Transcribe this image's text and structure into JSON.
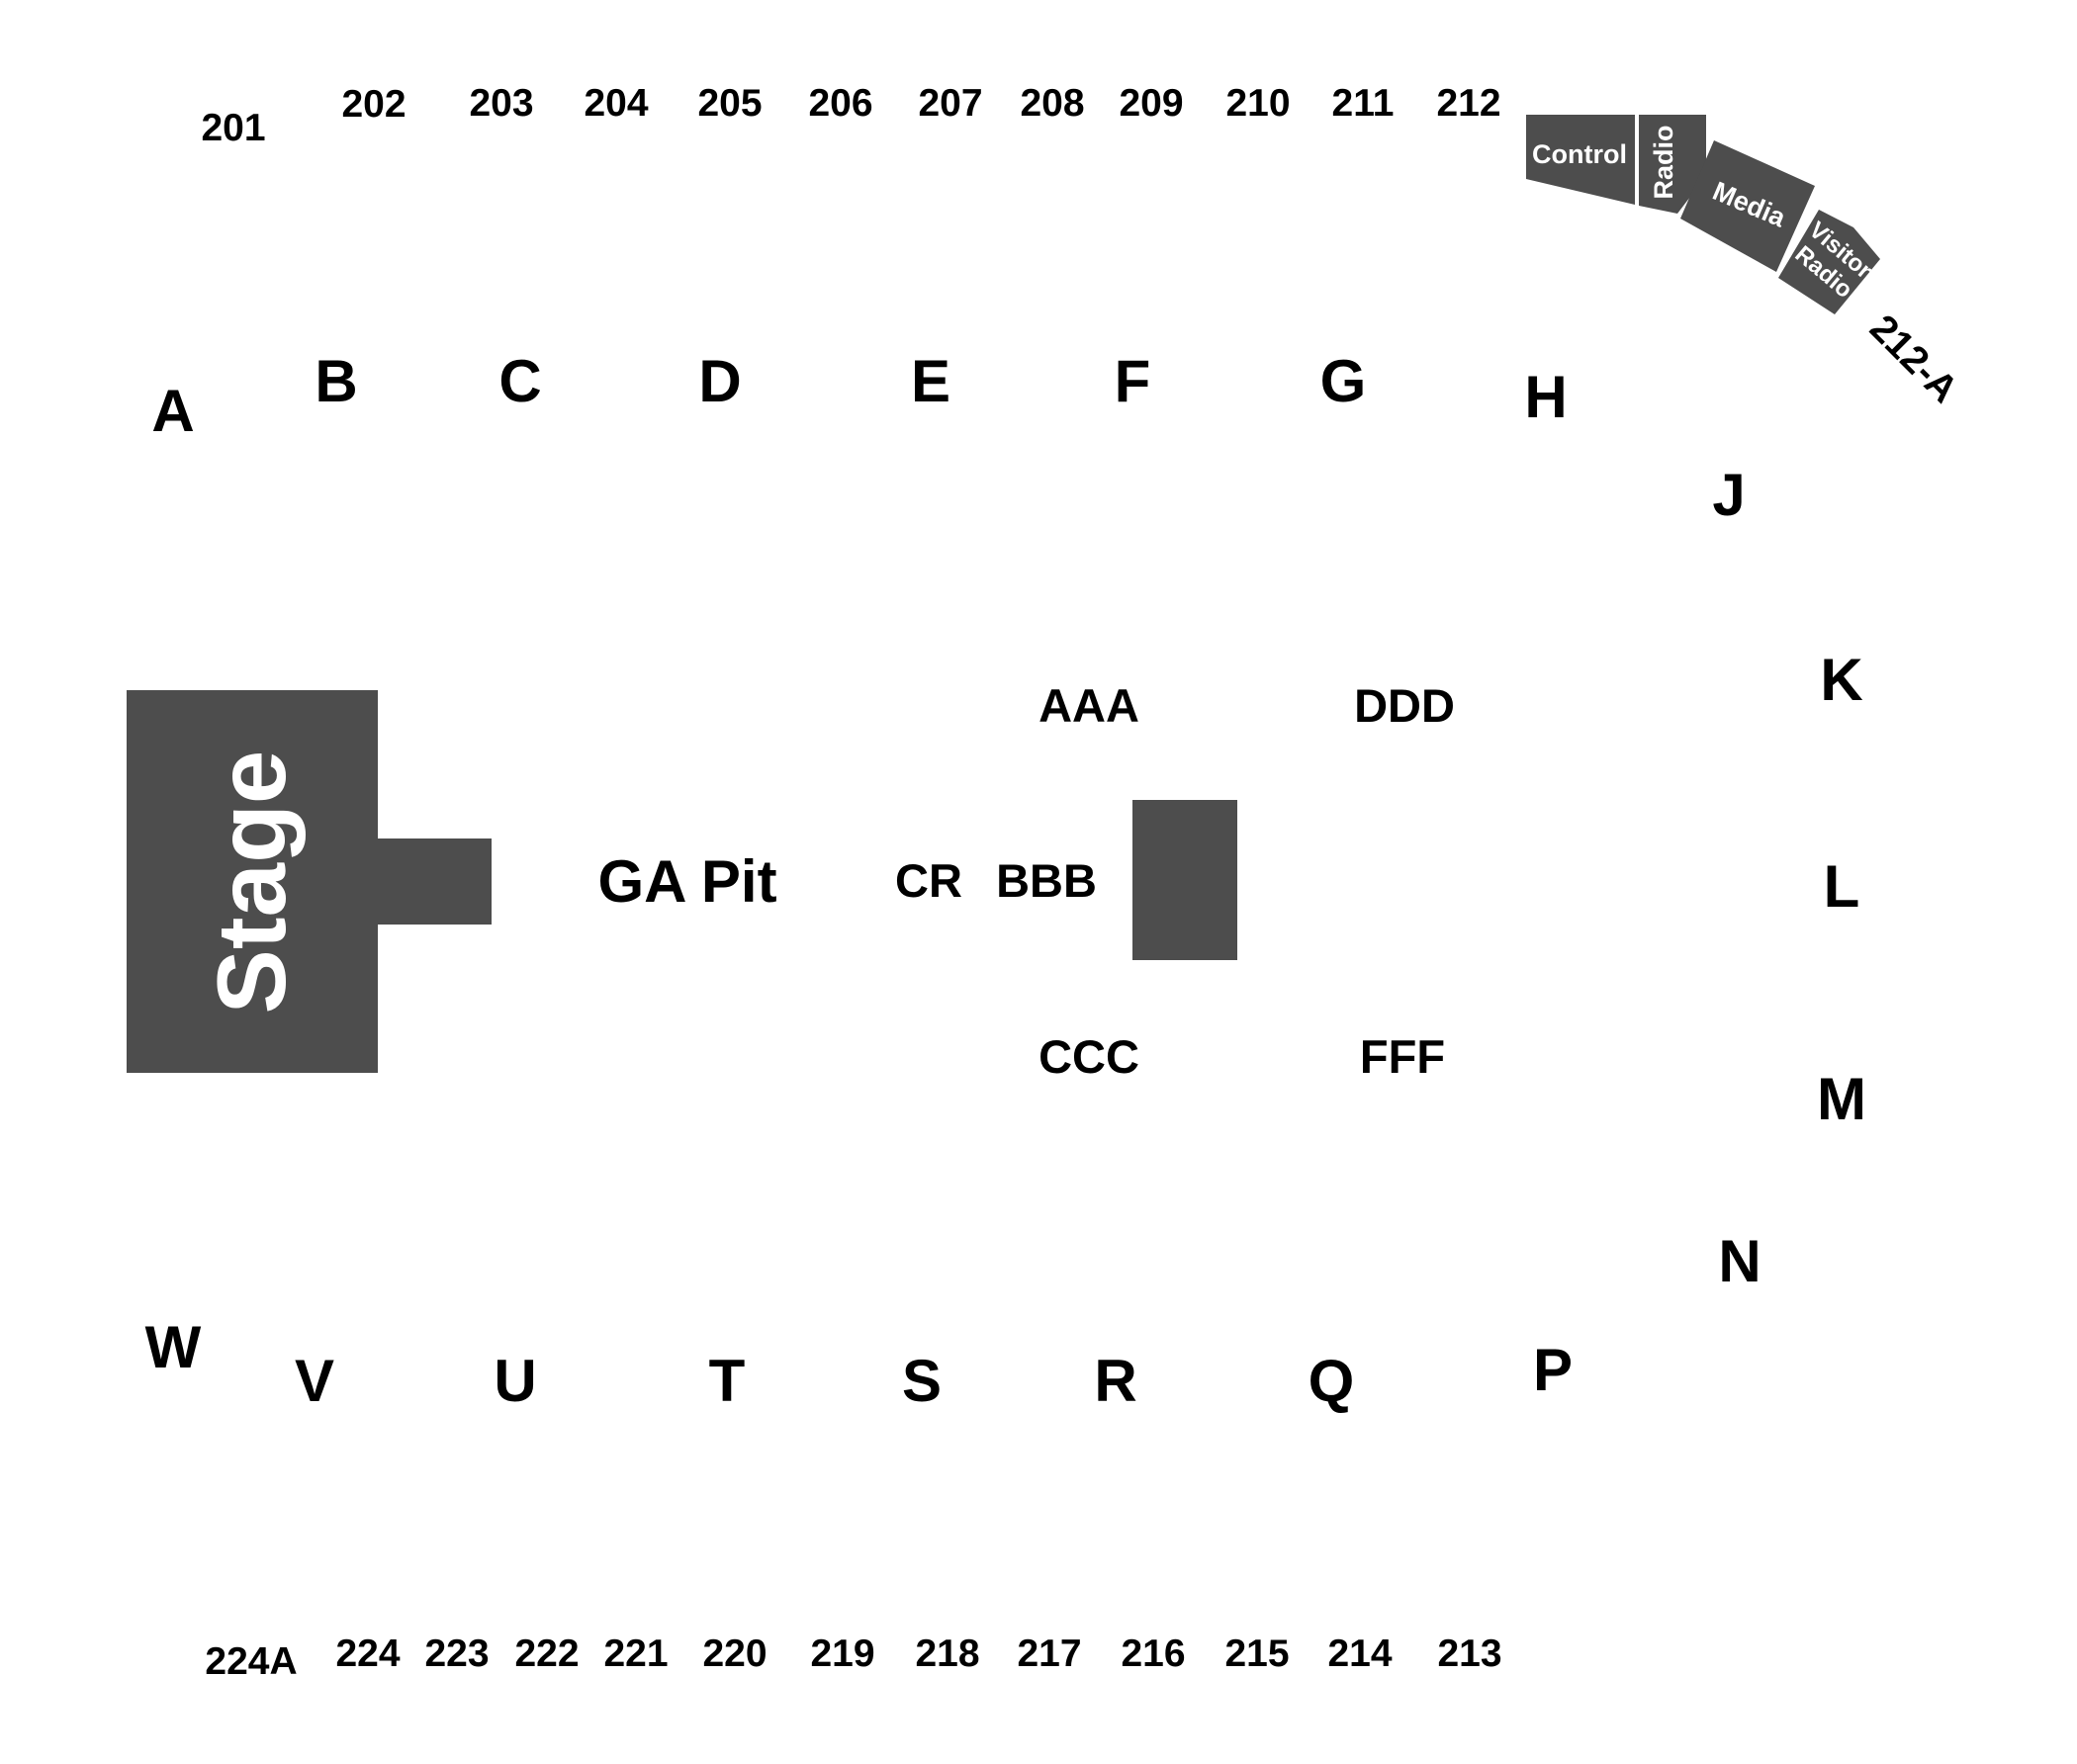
{
  "stage": {
    "label": "Stage"
  },
  "pit": {
    "label": "GA Pit"
  },
  "upper_top_sections": [
    "201",
    "202",
    "203",
    "204",
    "205",
    "206",
    "207",
    "208",
    "209",
    "210",
    "211",
    "212"
  ],
  "upper_bottom_sections": [
    "224A",
    "224",
    "223",
    "222",
    "221",
    "220",
    "219",
    "218",
    "217",
    "216",
    "215",
    "214",
    "213"
  ],
  "corner_section": "212-A",
  "lower_top_sections": [
    "A",
    "B",
    "C",
    "D",
    "E",
    "F",
    "G",
    "H"
  ],
  "lower_right_sections": [
    "J",
    "K",
    "L",
    "M",
    "N"
  ],
  "lower_bottom_sections": [
    "W",
    "V",
    "U",
    "T",
    "S",
    "R",
    "Q",
    "P"
  ],
  "floor_sections": [
    "AAA",
    "DDD",
    "CR",
    "BBB",
    "CCC",
    "FFF"
  ],
  "booths": [
    "Control",
    "Radio",
    "Media",
    "Visitor",
    "Radio"
  ],
  "colors": {
    "shape": "#4d4d4d",
    "text": "#000000",
    "shape_text": "#ffffff"
  }
}
